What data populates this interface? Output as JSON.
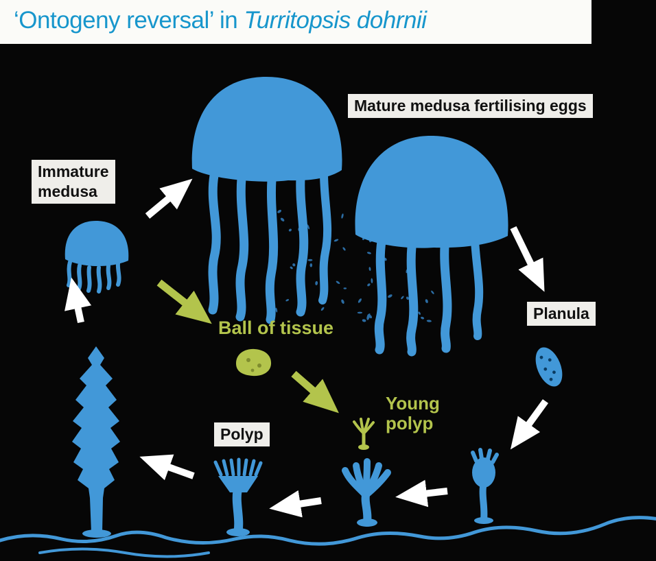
{
  "title": {
    "prefix": "‘Ontogeny reversal’ in ",
    "species": "Turritopsis dohrnii"
  },
  "labels": {
    "mature_medusa": "Mature medusa fertilising eggs",
    "immature_medusa": {
      "line1": "Immature",
      "line2": "medusa"
    },
    "ball_of_tissue": "Ball of tissue",
    "young_polyp": {
      "line1": "Young",
      "line2": "polyp"
    },
    "planula": "Planula",
    "polyp": "Polyp"
  },
  "colors": {
    "jellyfish_blue": "#4298d8",
    "tissue_green": "#b3c44c",
    "egg_blue": "#2b6ca3",
    "title_blue": "#1796cc",
    "background": "#060606",
    "header_bg": "#fbfbf8",
    "label_bg": "#efeeea",
    "label_text": "#111111"
  }
}
